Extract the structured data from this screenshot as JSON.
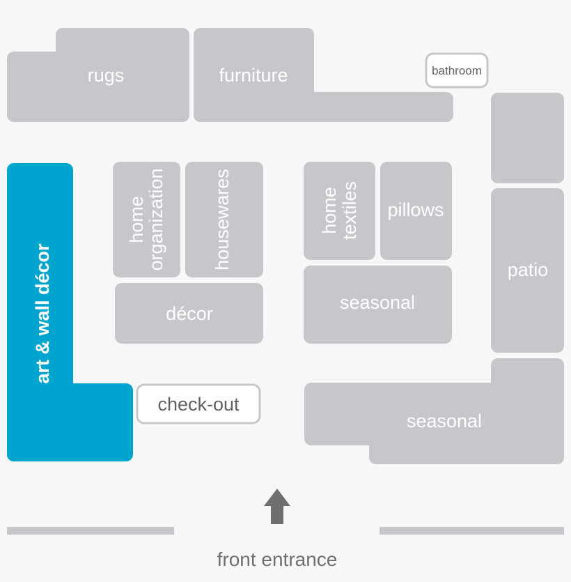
{
  "departments": {
    "rugs": "rugs",
    "furniture": "furniture",
    "bathroom": "bathroom",
    "home_organization_line1": "home",
    "home_organization_line2": "organization",
    "housewares": "housewares",
    "decor": "décor",
    "home_textiles_line1": "home",
    "home_textiles_line2": "textiles",
    "pillows": "pillows",
    "seasonal_center": "seasonal",
    "patio": "patio",
    "art_wall_decor": "art & wall décor",
    "check_out": "check-out",
    "seasonal_right": "seasonal"
  },
  "entrance": {
    "label": "front entrance"
  },
  "colors": {
    "zone": "#c5c7ca",
    "highlight": "#00a5cf",
    "background": "#f7f7f7",
    "arrow": "#6d6f71"
  }
}
